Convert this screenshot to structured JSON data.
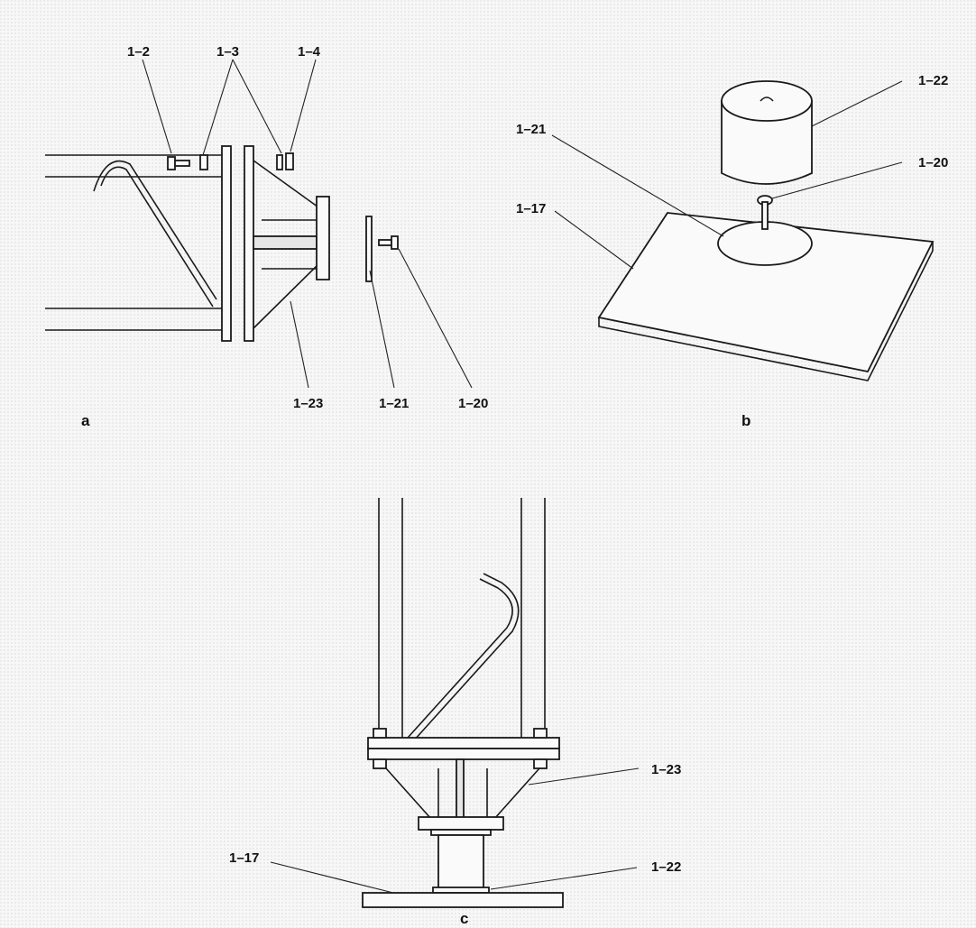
{
  "figure_a": {
    "caption": "a",
    "labels": {
      "l_1_2": "1–2",
      "l_1_3": "1–3",
      "l_1_4": "1–4",
      "l_1_23": "1–23",
      "l_1_21": "1–21",
      "l_1_20": "1–20"
    }
  },
  "figure_b": {
    "caption": "b",
    "labels": {
      "l_1_22": "1–22",
      "l_1_21": "1–21",
      "l_1_20": "1–20",
      "l_1_17": "1–17"
    }
  },
  "figure_c": {
    "caption": "c",
    "labels": {
      "l_1_23": "1–23",
      "l_1_17": "1–17",
      "l_1_22": "1–22"
    }
  }
}
